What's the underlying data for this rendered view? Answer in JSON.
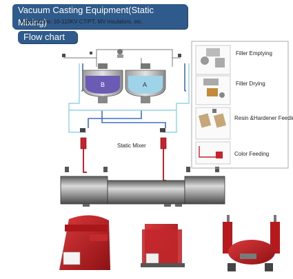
{
  "header": {
    "title": "Vacuum Casting Equipment(Static Mixing)",
    "applications": "Applications: 10-110KV CT/PT, MV insulators, etc."
  },
  "flow": {
    "banner": "Flow chart",
    "tank_left_label": "B",
    "tank_right_label": "A",
    "mixer_label": "Static Mixer",
    "steps": [
      "Filler Emptying",
      "Filler Drying",
      "Resin &Hardener Feeding",
      "Color Feeding"
    ]
  },
  "colors": {
    "banner_blue": "#2f5a8c",
    "pipe_blue": "#3b6fcf",
    "pipe_cyan": "#8fd4ea",
    "resin_red": "#c8232a",
    "insulator_red": "#b7191d"
  }
}
